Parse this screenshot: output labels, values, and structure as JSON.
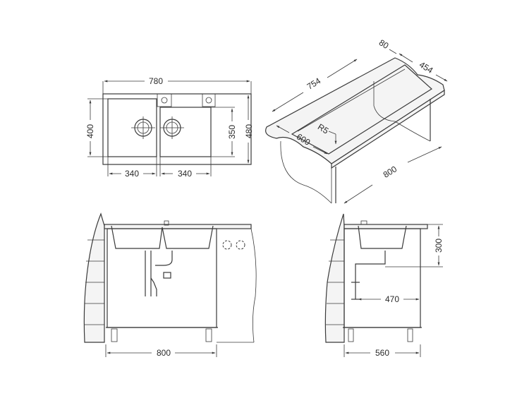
{
  "diagram": {
    "subject": "Double-bowl kitchen sink technical drawing",
    "top_view": {
      "overall_width": "780",
      "overall_depth": "480",
      "left_bowl_depth": "400",
      "right_bowl_depth": "350",
      "left_bowl_width": "340",
      "right_bowl_width": "340"
    },
    "iso_view": {
      "cutout_length": "754",
      "cutout_depth": "454",
      "front_offset": "80",
      "counter_depth": "600",
      "corner_radius": "R5",
      "cabinet_width": "800"
    },
    "front_view": {
      "cabinet_width": "800"
    },
    "side_view": {
      "bowl_depth": "300",
      "drain_offset": "470",
      "cabinet_depth": "560"
    }
  }
}
